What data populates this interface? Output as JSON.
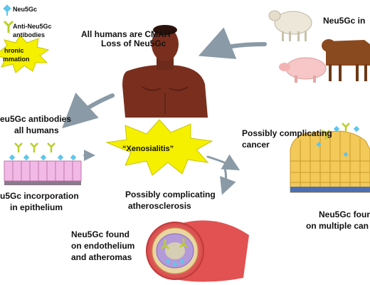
{
  "legend": {
    "neu5gc": "Neu5Gc",
    "antibody_line1": "Anti-Neu5Gc",
    "antibody_line2": "antibodies",
    "inflammation_line1": "hronic",
    "inflammation_line2": "mmation"
  },
  "top": {
    "humans_line1": "All humans are CMAH",
    "humans_sup": "-/-",
    "humans_line2": "Loss of Neu5Gc",
    "animals_label": "Neu5Gc in"
  },
  "left": {
    "antibodies_line1": "eu5Gc antibodies",
    "antibodies_line2": "all humans",
    "epithelium_line1": "u5Gc incorporation",
    "epithelium_line2": "in epithelium"
  },
  "center": {
    "xenosialitis": "“Xenosialitis”"
  },
  "right": {
    "cancer_line1": "Possibly complicating",
    "cancer_line2": "cancer",
    "found_line1": "Neu5Gc foun",
    "found_line2": "on multiple can"
  },
  "bottom": {
    "athero_line1": "Possibly complicating",
    "athero_line2": "atherosclerosis",
    "endo_line1": "Neu5Gc found",
    "endo_line2": "on endothelium",
    "endo_line3": "and atheromas"
  },
  "colors": {
    "burst": "#f4f000",
    "arrow": "#8a9aa6",
    "skin": "#7a2f1e",
    "neu5gc": "#5ec6ec",
    "antibody": "#b9cf28",
    "epithelium": "#f2b8e6",
    "tumor_cell": "#f3c95a",
    "vessel": "#e25252"
  }
}
